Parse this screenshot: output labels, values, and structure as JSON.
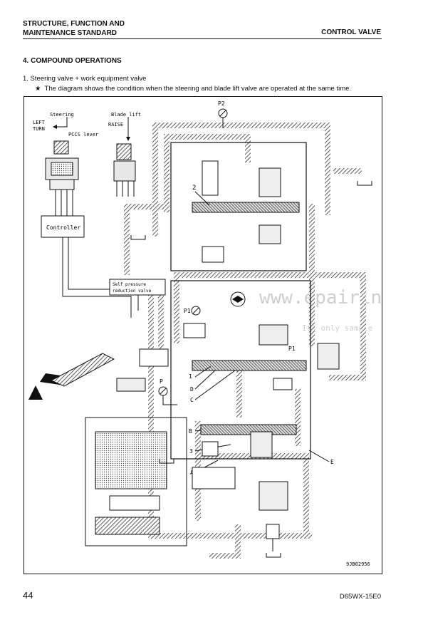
{
  "header": {
    "left_line1": "STRUCTURE, FUNCTION AND",
    "left_line2": "MAINTENANCE STANDARD",
    "right": "CONTROL VALVE"
  },
  "section": {
    "title": "4.  COMPOUND OPERATIONS",
    "item": "1.   Steering valve + work equipment valve",
    "note_star": "★",
    "note": "The diagram shows the condition when the steering and blade lift valve are operated at the same time."
  },
  "diagram": {
    "labels": {
      "steering": "Steering",
      "left_turn": "LEFT",
      "left_turn2": "TURN",
      "pccs_lever": "PCCS lever",
      "blade_lift": "Blade lift",
      "raise": "RAISE",
      "controller": "Controller",
      "self_pressure_1": "Self pressure",
      "self_pressure_2": "reduction valve",
      "p2": "P2",
      "p1_left": "P1",
      "p1_right": "P1",
      "p": "P",
      "num_2": "2",
      "num_1": "1",
      "num_3": "3",
      "letter_d": "D",
      "letter_c": "C",
      "letter_b": "B",
      "letter_a": "A",
      "letter_e": "E",
      "figure_code": "9JB02956"
    },
    "watermark": "www.epairinfo.com",
    "watermark_sub": "Its only sample"
  },
  "footer": {
    "page_number": "44",
    "model": "D65WX-15E0"
  }
}
